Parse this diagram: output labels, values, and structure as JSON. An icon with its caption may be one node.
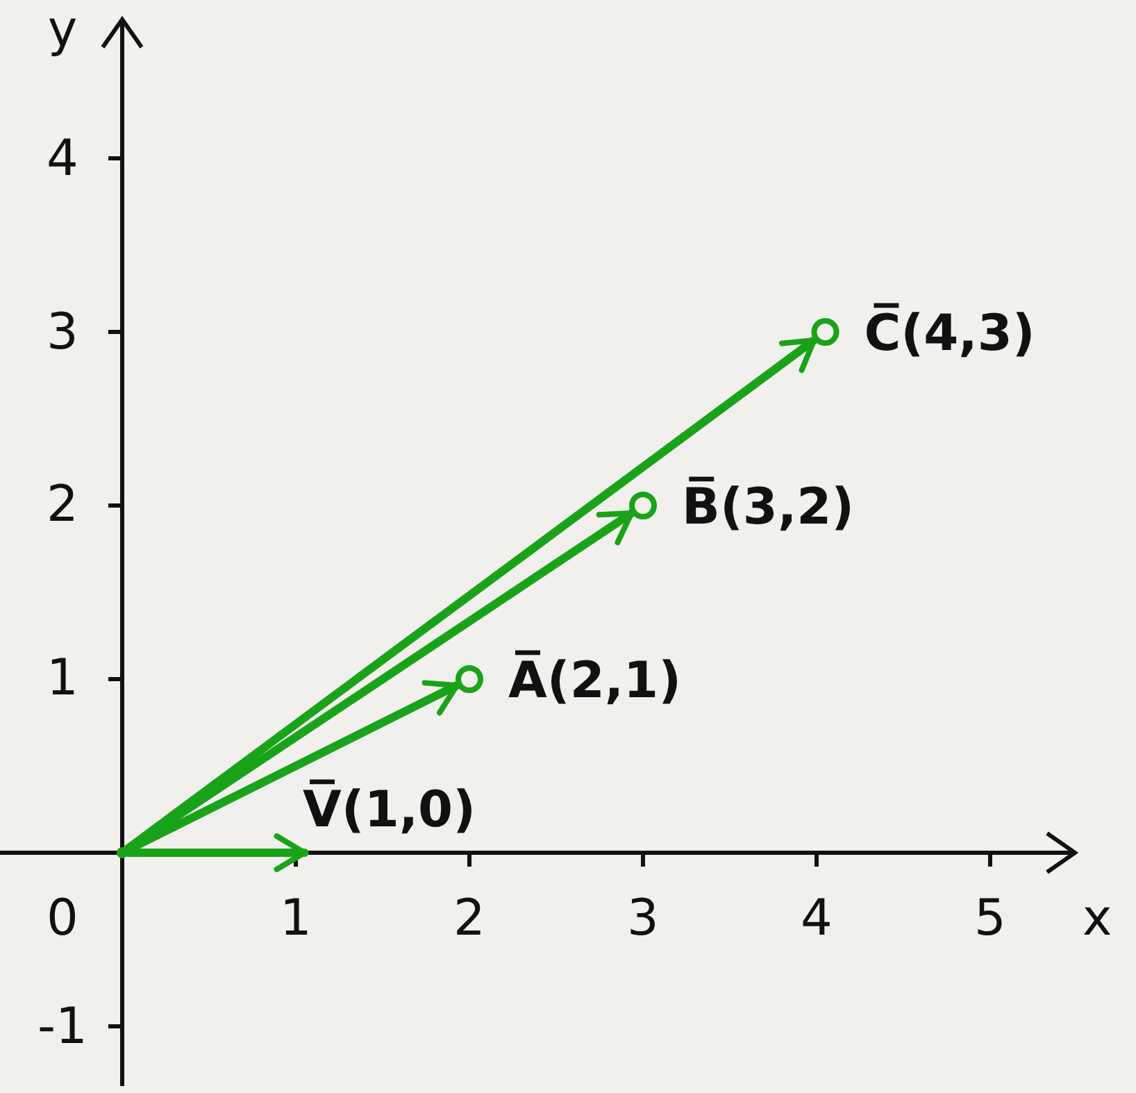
{
  "diagram": {
    "nodes": [
      {
        "text": [],
        "shape": "circle"
      },
      {
        "text": [],
        "shape": "circle",
        "beside": [
          "A̅(2,1)"
        ]
      },
      {
        "text": [],
        "shape": "circle",
        "beside": [
          "B̅(3,2)"
        ]
      },
      {
        "text": [],
        "shape": "circle",
        "beside": [
          "C̅(4,3)"
        ]
      },
      {
        "text": [
          "V̅(1,0)"
        ]
      }
    ],
    "edges": [
      {
        "from": 0,
        "to": 4,
        "arrow": "to"
      },
      {
        "from": 0,
        "to": 1,
        "arrow": "to"
      },
      {
        "from": 0,
        "to": 2,
        "arrow": "to"
      },
      {
        "from": 0,
        "to": 3,
        "arrow": "to"
      }
    ],
    "labels": [
      "y",
      "4",
      "3",
      "2",
      "1",
      "0",
      "1",
      "2",
      "3",
      "4",
      "5",
      "x",
      "-1"
    ]
  }
}
